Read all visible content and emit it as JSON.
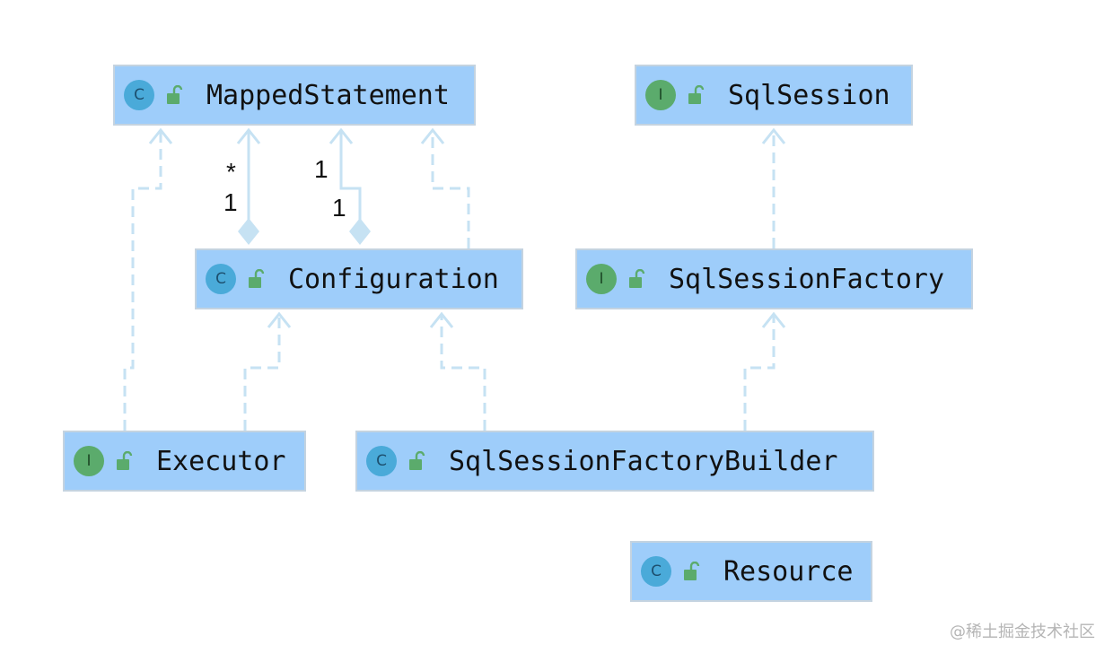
{
  "nodes": {
    "mapped_statement": {
      "label": "MappedStatement",
      "kind": "C"
    },
    "sql_session": {
      "label": "SqlSession",
      "kind": "I"
    },
    "configuration": {
      "label": "Configuration",
      "kind": "C"
    },
    "sql_session_factory": {
      "label": "SqlSessionFactory",
      "kind": "I"
    },
    "executor": {
      "label": "Executor",
      "kind": "I"
    },
    "sql_session_factory_builder": {
      "label": "SqlSessionFactoryBuilder",
      "kind": "C"
    },
    "resource": {
      "label": "Resource",
      "kind": "C"
    }
  },
  "multiplicities": {
    "agg1_target": "*",
    "agg1_source": "1",
    "agg2_target": "1",
    "agg2_source": "1"
  },
  "watermark": "@稀土掘金技术社区",
  "colors": {
    "node_fill": "#9ecdfa",
    "class_badge": "#4aaad9",
    "interface_badge": "#5bab6c",
    "connector": "#c6e2f3"
  }
}
